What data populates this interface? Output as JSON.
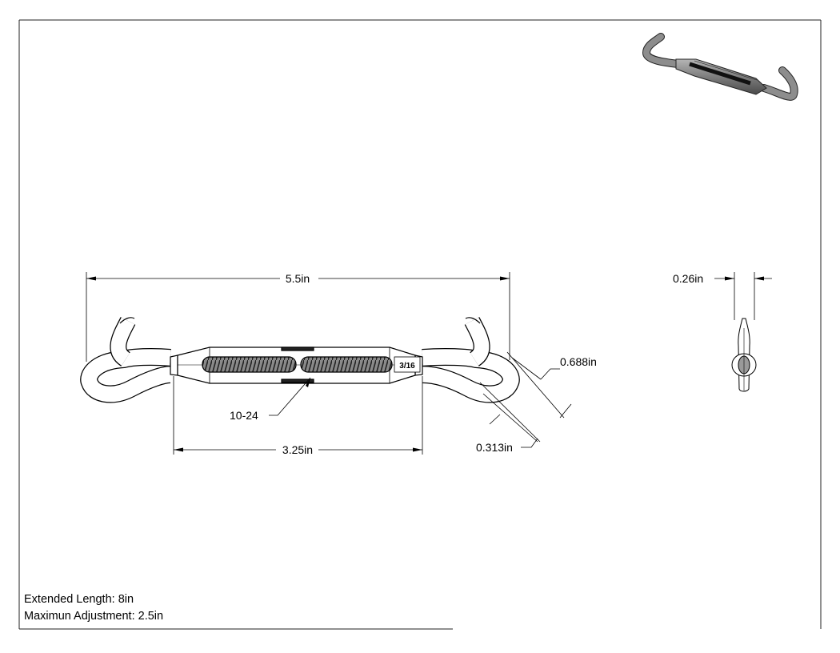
{
  "dimensions": {
    "overall_length": "5.5in",
    "body_length": "3.25in",
    "hook_outer": "0.688in",
    "hook_wire": "0.313in",
    "width": "0.26in",
    "thread_callout": "10-24",
    "body_stamp": "3/16"
  },
  "notes": {
    "extended_length": "Extended Length: 8in",
    "max_adjustment": "Maximun Adjustment: 2.5in"
  }
}
